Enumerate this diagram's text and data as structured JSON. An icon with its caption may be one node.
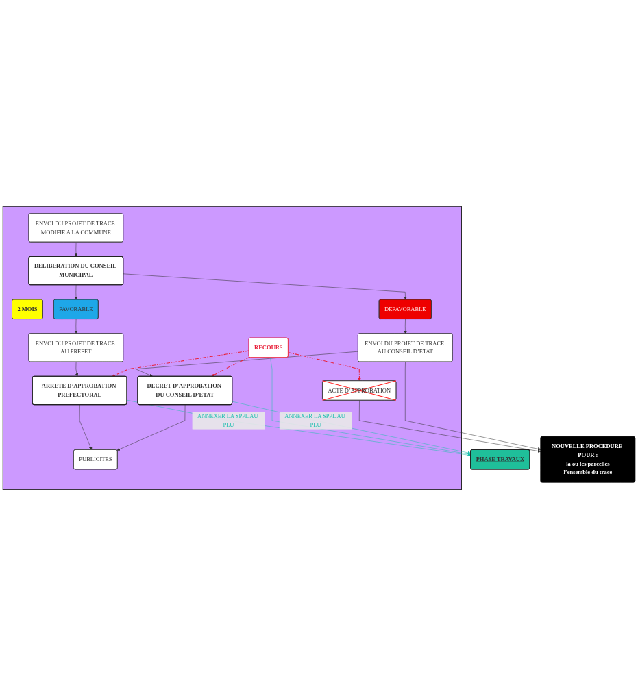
{
  "diagram": {
    "nodes": [
      {
        "text": [],
        "shape": "box"
      },
      {
        "text": [
          "ENVOI DU PROJET DE TRACE MODIFIE A LA COMMUNE"
        ],
        "in": 0
      },
      {
        "text": [
          "DELIBERATION DU CONSEIL MUNICIPAL"
        ],
        "in": 0
      },
      {
        "text": [
          "2 MOIS"
        ],
        "in": 0
      },
      {
        "text": [
          "FAVORABLE"
        ],
        "in": 0
      },
      {
        "text": [
          "DEFAVORABLE"
        ],
        "in": 0
      },
      {
        "text": [
          "ENVOI DU PROJET DE TRACE AU PREFET"
        ],
        "in": 0
      },
      {
        "text": [
          "ENVOI DU PROJET DE TRACE AU CONSEIL D’ETAT"
        ],
        "in": 0
      },
      {
        "text": [
          "ARRETE D’APPROBATION PREFECTORAL"
        ],
        "in": 0
      },
      {
        "text": [
          "DECRET D’APPROBATION DU CONSEIL D’ETAT"
        ],
        "in": 0
      },
      {
        "text": [
          "PUBLICITES"
        ],
        "in": 0
      },
      {
        "text": [
          "RECOURS"
        ],
        "in": 0
      },
      {
        "text": [
          "ACTE D’APPROBATION"
        ],
        "in": 0
      },
      {
        "text": [
          "PHASE TRAVAUX"
        ]
      },
      {
        "text": [
          "NOUVELLE PROCEDURE POUR :",
          "la ou les parcelles",
          "l’ensemble du trace"
        ]
      }
    ],
    "edges": [
      {
        "from": 1,
        "to": 2,
        "arrow": "to"
      },
      {
        "from": 2,
        "to": 4,
        "arrow": "to"
      },
      {
        "from": 2,
        "to": 5,
        "arrow": "to"
      },
      {
        "from": 4,
        "to": 6,
        "arrow": "to"
      },
      {
        "from": 5,
        "to": 7,
        "arrow": "to"
      },
      {
        "from": 6,
        "to": 8,
        "arrow": "to"
      },
      {
        "from": 7,
        "to": 9,
        "arrow": "to"
      },
      {
        "from": 8,
        "to": 10,
        "arrow": "to"
      },
      {
        "from": 9,
        "to": 10,
        "arrow": "to"
      },
      {
        "from": 8,
        "to": 13,
        "arrow": "to",
        "label": "ANNEXER LA SPPL AU PLU",
        "color": "#20c0b0"
      },
      {
        "from": 11,
        "to": 13,
        "arrow": "to",
        "color": "#20c0b0"
      },
      {
        "from": 9,
        "to": 13,
        "arrow": "to",
        "label": "ANNEXER LA SPPL AU PLU",
        "color": "#20c0b0"
      },
      {
        "from": 11,
        "to": 8,
        "arrow": "to",
        "style": "dashed",
        "color": "#e8203a"
      },
      {
        "from": 11,
        "to": 9,
        "arrow": "to",
        "style": "dashed",
        "color": "#e8203a"
      },
      {
        "from": 11,
        "to": 12,
        "arrow": "to",
        "style": "dashed",
        "color": "#e8203a"
      },
      {
        "from": 12,
        "to": 14,
        "arrow": "to"
      },
      {
        "from": 7,
        "to": 14,
        "arrow": "to"
      }
    ]
  }
}
